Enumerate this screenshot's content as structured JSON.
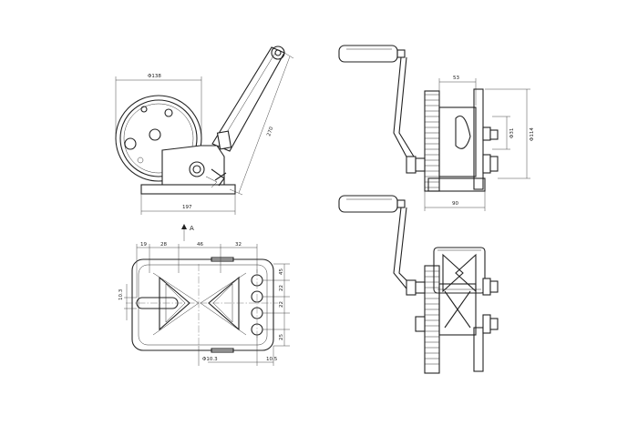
{
  "drawing": {
    "views": [
      "side-view",
      "rear-view",
      "top-view",
      "underside-view"
    ],
    "section_label": "A",
    "dimensions": {
      "drum_diameter": "Φ138",
      "handle_length": "270",
      "base_length": "197",
      "drum_width": "53",
      "shaft_diameter": "Φ31",
      "overall_height": "Φ114",
      "base_width": "90",
      "top_offset_1": "19",
      "top_offset_2": "28",
      "top_span": "46",
      "top_right": "32",
      "slot_height": "10.3",
      "hole_pitch_top": "45",
      "hole_pitch_mid": "22",
      "hole_pitch_low": "22",
      "hole_pitch_bottom": "25",
      "hole_diameter": "Φ10.3",
      "edge_offset": "10.5"
    }
  }
}
